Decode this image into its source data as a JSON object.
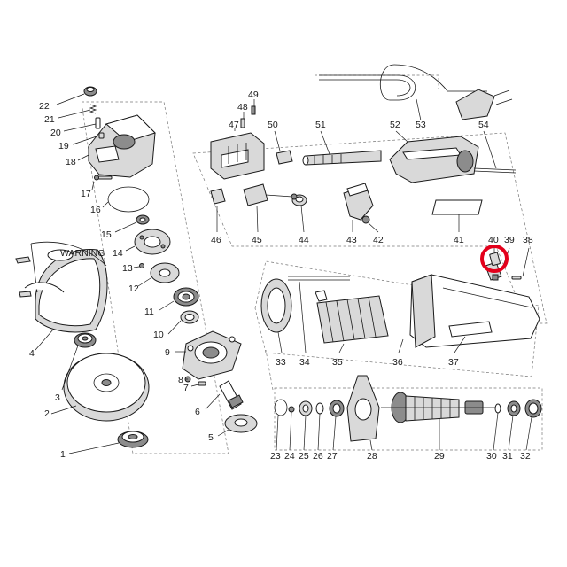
{
  "diagram": {
    "highlight_color": "#e3001b",
    "highlighted_part": "40",
    "parts": {
      "p1": "1",
      "p2": "2",
      "p3": "3",
      "p4": "4",
      "p5": "5",
      "p6": "6",
      "p7": "7",
      "p8": "8",
      "p9": "9",
      "p10": "10",
      "p11": "11",
      "p12": "12",
      "p13": "13",
      "p14": "14",
      "p15": "15",
      "p16": "16",
      "p17": "17",
      "p18": "18",
      "p19": "19",
      "p20": "20",
      "p21": "21",
      "p22": "22",
      "p23": "23",
      "p24": "24",
      "p25": "25",
      "p26": "26",
      "p27": "27",
      "p28": "28",
      "p29": "29",
      "p30": "30",
      "p31": "31",
      "p32": "32",
      "p33": "33",
      "p34": "34",
      "p35": "35",
      "p36": "36",
      "p37": "37",
      "p38": "38",
      "p39": "39",
      "p40": "40",
      "p41": "41",
      "p42": "42",
      "p43": "43",
      "p44": "44",
      "p45": "45",
      "p46": "46",
      "p47": "47",
      "p48": "48",
      "p49": "49",
      "p50": "50",
      "p51": "51",
      "p52": "52",
      "p53": "53",
      "p54": "54"
    }
  }
}
